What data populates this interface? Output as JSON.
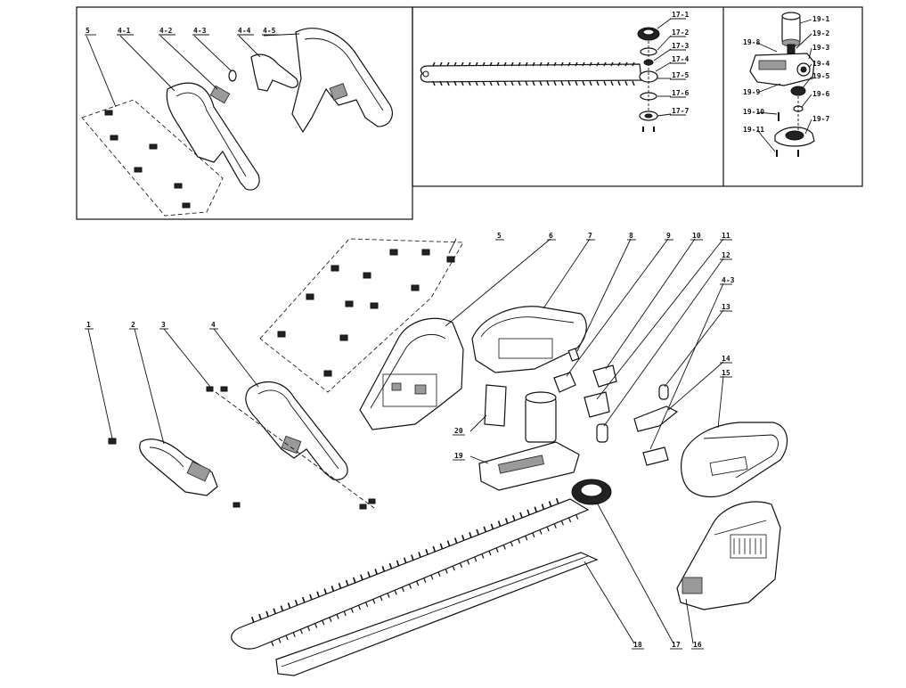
{
  "callouts": {
    "inset_handle": [
      "5",
      "4-1",
      "4-2",
      "4-3",
      "4-4",
      "4-5"
    ],
    "inset_blade": [
      "17-1",
      "17-2",
      "17-3",
      "17-4",
      "17-5",
      "17-6",
      "17-7"
    ],
    "inset_gearbox": [
      "19-1",
      "19-2",
      "19-3",
      "19-4",
      "19-5",
      "19-6",
      "19-7",
      "19-8",
      "19-9",
      "19-10",
      "19-11"
    ],
    "main": [
      "1",
      "2",
      "3",
      "4",
      "5",
      "6",
      "7",
      "8",
      "9",
      "10",
      "11",
      "12",
      "4-3",
      "13",
      "14",
      "15",
      "16",
      "17",
      "18",
      "19",
      "20"
    ]
  }
}
